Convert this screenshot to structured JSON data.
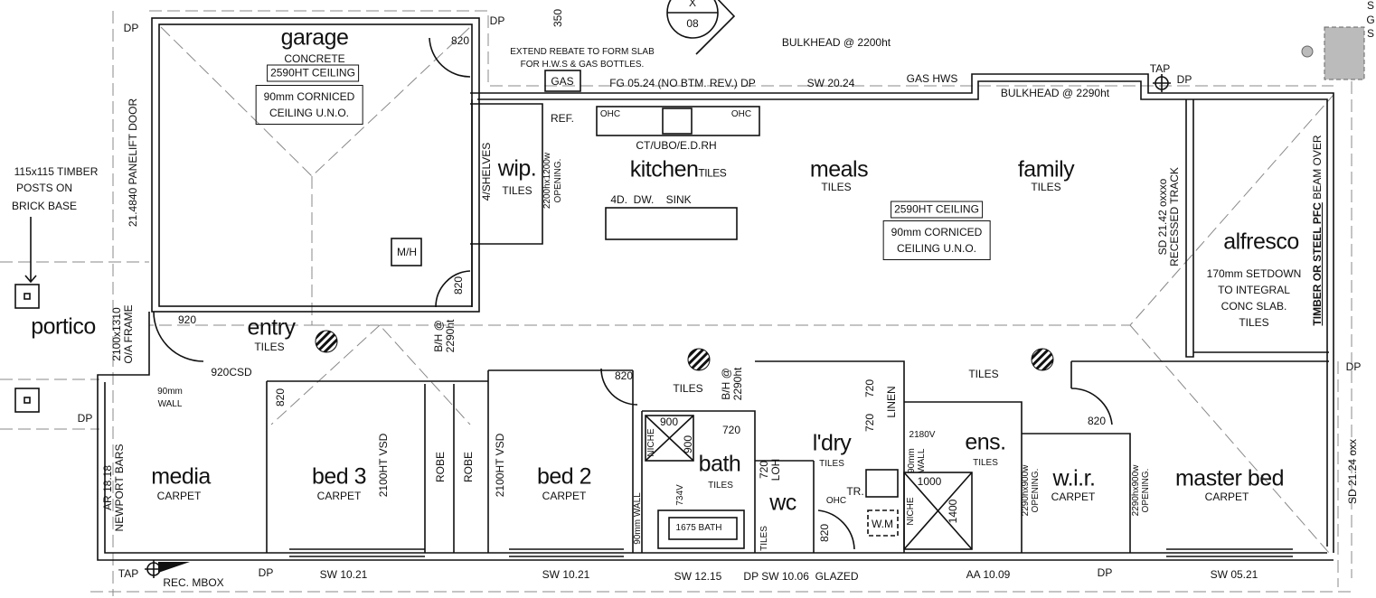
{
  "rooms": {
    "garage": {
      "name": "garage",
      "finish": "CONCRETE"
    },
    "portico": {
      "name": "portico"
    },
    "entry": {
      "name": "entry",
      "finish": "TILES"
    },
    "media": {
      "name": "media",
      "finish": "CARPET"
    },
    "bed3": {
      "name": "bed 3",
      "finish": "CARPET"
    },
    "bed2": {
      "name": "bed 2",
      "finish": "CARPET"
    },
    "kitchen": {
      "name": "kitchen",
      "finish": "TILES"
    },
    "meals": {
      "name": "meals",
      "finish": "TILES"
    },
    "family": {
      "name": "family",
      "finish": "TILES"
    },
    "alfresco": {
      "name": "alfresco",
      "lines": [
        "170mm SETDOWN",
        "TO INTEGRAL",
        "CONC SLAB.",
        "TILES"
      ]
    },
    "wip": {
      "name": "wip.",
      "finish": "TILES"
    },
    "bath": {
      "name": "bath",
      "finish": "TILES"
    },
    "wc": {
      "name": "wc"
    },
    "laundry": {
      "name": "l'dry",
      "finish": "TILES"
    },
    "ens": {
      "name": "ens.",
      "finish": "TILES"
    },
    "wir": {
      "name": "w.i.r.",
      "finish": "CARPET"
    },
    "master": {
      "name": "master bed",
      "finish": "CARPET"
    }
  },
  "ceiling": {
    "height": "2590HT CEILING",
    "cornice_1": "90mm CORNICED",
    "cornice_2": "CEILING U.N.O."
  },
  "notes": {
    "rebate_1": "EXTEND REBATE TO FORM SLAB",
    "rebate_2": "FOR H.W.S & GAS BOTTLES.",
    "gas": "GAS",
    "fg": "FG 05.24 (NO BTM. REV.) DP",
    "bulkhead_2200": "BULKHEAD @ 2200ht",
    "sw_2024": "SW 20.24",
    "gas_hws": "GAS HWS",
    "bulkhead_2290": "BULKHEAD @ 2290ht",
    "tap": "TAP",
    "dp": "DP",
    "dim_350": "350",
    "section_x": "X",
    "section_num": "08",
    "ref": "REF.",
    "ohc": "OHC",
    "ct": "CT/UBO/E.D.RH",
    "island": "4D.  DW.    SINK",
    "shelves": "4/SHELVES",
    "wip_opening_1": "2200hx1200w",
    "wip_opening_2": "OPENING.",
    "mh": "M/H",
    "d820": "820",
    "d920": "920",
    "d720": "720",
    "d900": "900",
    "d1000": "1000",
    "d1400": "1400",
    "sd_2142_1": "SD 21.42 oxxxo",
    "sd_2142_2": "RECESSED TRACK",
    "beam_bold": "TIMBER OR STEEL PFC",
    "beam_rest": " BEAM OVER",
    "panelift": "21.4840 PANELIFT DOOR",
    "posts_1": "115x115 TIMBER",
    "posts_2": "POSTS ON",
    "posts_3": "BRICK BASE",
    "frame_1": "2100x1310",
    "frame_2": "O/A FRAME",
    "csd": "920CSD",
    "wall90_1": "90mm",
    "wall90_2": "WALL",
    "wall90": "90mm WALL",
    "ar_1": "AR 18.18",
    "ar_2": "NEWPORT BARS",
    "vsd": "2100HT VSD",
    "robe": "ROBE",
    "tiles": "TILES",
    "bh_1": "B/H @",
    "bh_2": "2290ht",
    "niche": "NICHE",
    "v734": "734V",
    "bath_tub": "1675 BATH",
    "loh_1": "720",
    "loh_2": "LOH",
    "linen": "LINEN",
    "tr": "TR.",
    "wm": "W.M",
    "v2180": "2180V",
    "opening_1": "2290hx900w",
    "opening_2": "OPENING.",
    "sd_2124": "SD 21.24 oxx",
    "rec_mbox": "REC. MBOX",
    "sw_1021": "SW 10.21",
    "sw_1215": "SW 12.15",
    "sw_1006": "DP SW 10.06  GLAZED",
    "aa_1009": "AA 10.09",
    "sw_0521": "SW 05.21",
    "edge_s1": "S",
    "edge_g": "G",
    "edge_s2": "S"
  }
}
